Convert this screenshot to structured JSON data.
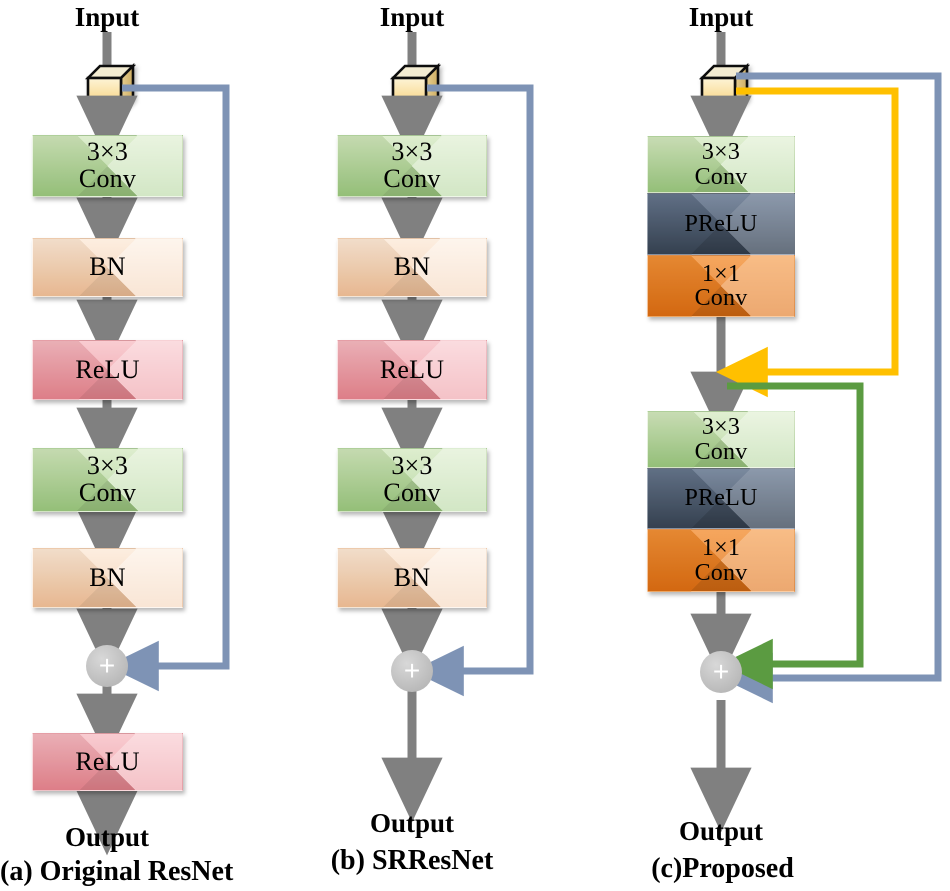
{
  "figure": {
    "title_visible": false,
    "columns": [
      {
        "id": "a",
        "caption": "(a) Original ResNet",
        "input_label": "Input",
        "output_label": "Output",
        "blocks": [
          {
            "name": "conv3x3",
            "line1": "3×3",
            "line2": "Conv",
            "color": "#a9cf8e"
          },
          {
            "name": "bn",
            "line1": "BN",
            "line2": "",
            "color": "#f5cba9"
          },
          {
            "name": "relu",
            "line1": "ReLU",
            "line2": "",
            "color": "#ee9aa4"
          },
          {
            "name": "conv3x3",
            "line1": "3×3",
            "line2": "Conv",
            "color": "#a9cf8e"
          },
          {
            "name": "bn",
            "line1": "BN",
            "line2": "",
            "color": "#f5cba9"
          },
          {
            "name": "relu",
            "line1": "ReLU",
            "line2": "",
            "color": "#ee9aa4"
          }
        ],
        "skip_color": "#7e93b5",
        "adder_symbol": "+"
      },
      {
        "id": "b",
        "caption": "(b) SRResNet",
        "input_label": "Input",
        "output_label": "Output",
        "blocks": [
          {
            "name": "conv3x3",
            "line1": "3×3",
            "line2": "Conv",
            "color": "#a9cf8e"
          },
          {
            "name": "bn",
            "line1": "BN",
            "line2": "",
            "color": "#f5cba9"
          },
          {
            "name": "relu",
            "line1": "ReLU",
            "line2": "",
            "color": "#ee9aa4"
          },
          {
            "name": "conv3x3",
            "line1": "3×3",
            "line2": "Conv",
            "color": "#a9cf8e"
          },
          {
            "name": "bn",
            "line1": "BN",
            "line2": "",
            "color": "#f5cba9"
          }
        ],
        "skip_color": "#7e93b5",
        "adder_symbol": "+"
      },
      {
        "id": "c",
        "caption": "(c)Proposed",
        "input_label": "Input",
        "output_label": "Output",
        "blocks": [
          {
            "name": "conv3x3",
            "line1": "3×3",
            "line2": "Conv",
            "color": "#a9cf8e"
          },
          {
            "name": "prelu",
            "line1": "PReLU",
            "line2": "",
            "color": "#44546a"
          },
          {
            "name": "conv1x1",
            "line1": "1×1",
            "line2": "Conv",
            "color": "#ed7d20"
          },
          {
            "name": "conv3x3",
            "line1": "3×3",
            "line2": "Conv",
            "color": "#a9cf8e"
          },
          {
            "name": "prelu",
            "line1": "PReLU",
            "line2": "",
            "color": "#44546a"
          },
          {
            "name": "conv1x1",
            "line1": "1×1",
            "line2": "Conv",
            "color": "#ed7d20"
          }
        ],
        "skip_colors": {
          "long": "#7e93b5",
          "mid": "#ffc000",
          "short": "#5b9b41"
        },
        "adder_symbol": "+"
      }
    ],
    "colors": {
      "arrow_gray": "#808080",
      "adder_fill": "#bfbfbf",
      "blue_skip": "#7e93b5",
      "yellow_skip": "#ffc000",
      "green_skip": "#5b9b41",
      "green_block": "#a9cf8e",
      "peach_block": "#f5cba9",
      "pink_block": "#ee9aa4",
      "navy_block": "#44546a",
      "orange_block": "#ed7d20",
      "cube_fill": "#f7d991",
      "cube_top": "#f3ecd2",
      "cube_side": "#ddc17f",
      "text": "#000000"
    }
  }
}
